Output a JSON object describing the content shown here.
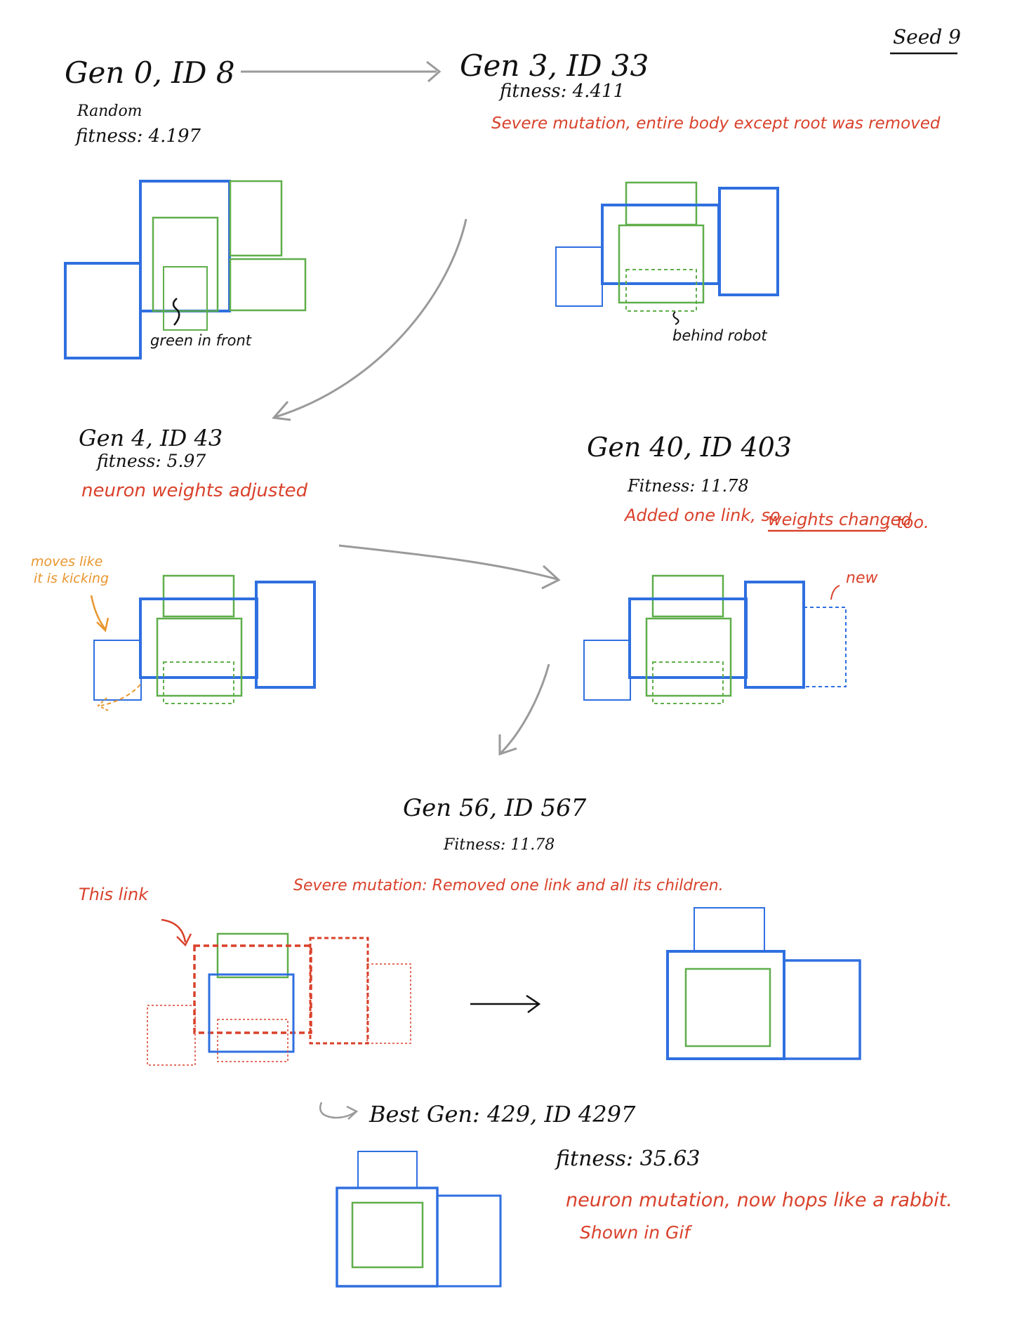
{
  "colors": {
    "ink": "#111111",
    "red": "#d9412b",
    "orange": "#e8962e",
    "blue": "#2f6fe0",
    "green": "#5fae4a",
    "gray": "#9a9a9a"
  },
  "seed": "Seed 9",
  "gen0": {
    "title": "Gen 0, ID 8",
    "origin": "Random",
    "fitness": "fitness: 4.197",
    "note": "green in front"
  },
  "gen3": {
    "title": "Gen 3, ID 33",
    "fitness": "fitness: 4.411",
    "mutation": "Severe mutation, entire body except root was removed",
    "note": "behind robot"
  },
  "gen4": {
    "title": "Gen 4, ID 43",
    "fitness": "fitness: 5.97",
    "mutation": "neuron weights adjusted",
    "note_line1": "moves like",
    "note_line2": "it is kicking"
  },
  "gen40": {
    "title": "Gen 40, ID 403",
    "fitness": "Fitness: 11.78",
    "mutation_a": "Added one link, so",
    "mutation_b": "weights changed",
    "mutation_c": ", too.",
    "note": "new"
  },
  "gen56": {
    "title": "Gen 56, ID 567",
    "fitness": "Fitness: 11.78",
    "mutation": "Severe mutation: Removed one link and all its children.",
    "note": "This link"
  },
  "best": {
    "title": "Best Gen: 429, ID 4297",
    "fitness": "fitness: 35.63",
    "mutation": "neuron mutation, now hops like a rabbit.",
    "note": "Shown in Gif"
  }
}
